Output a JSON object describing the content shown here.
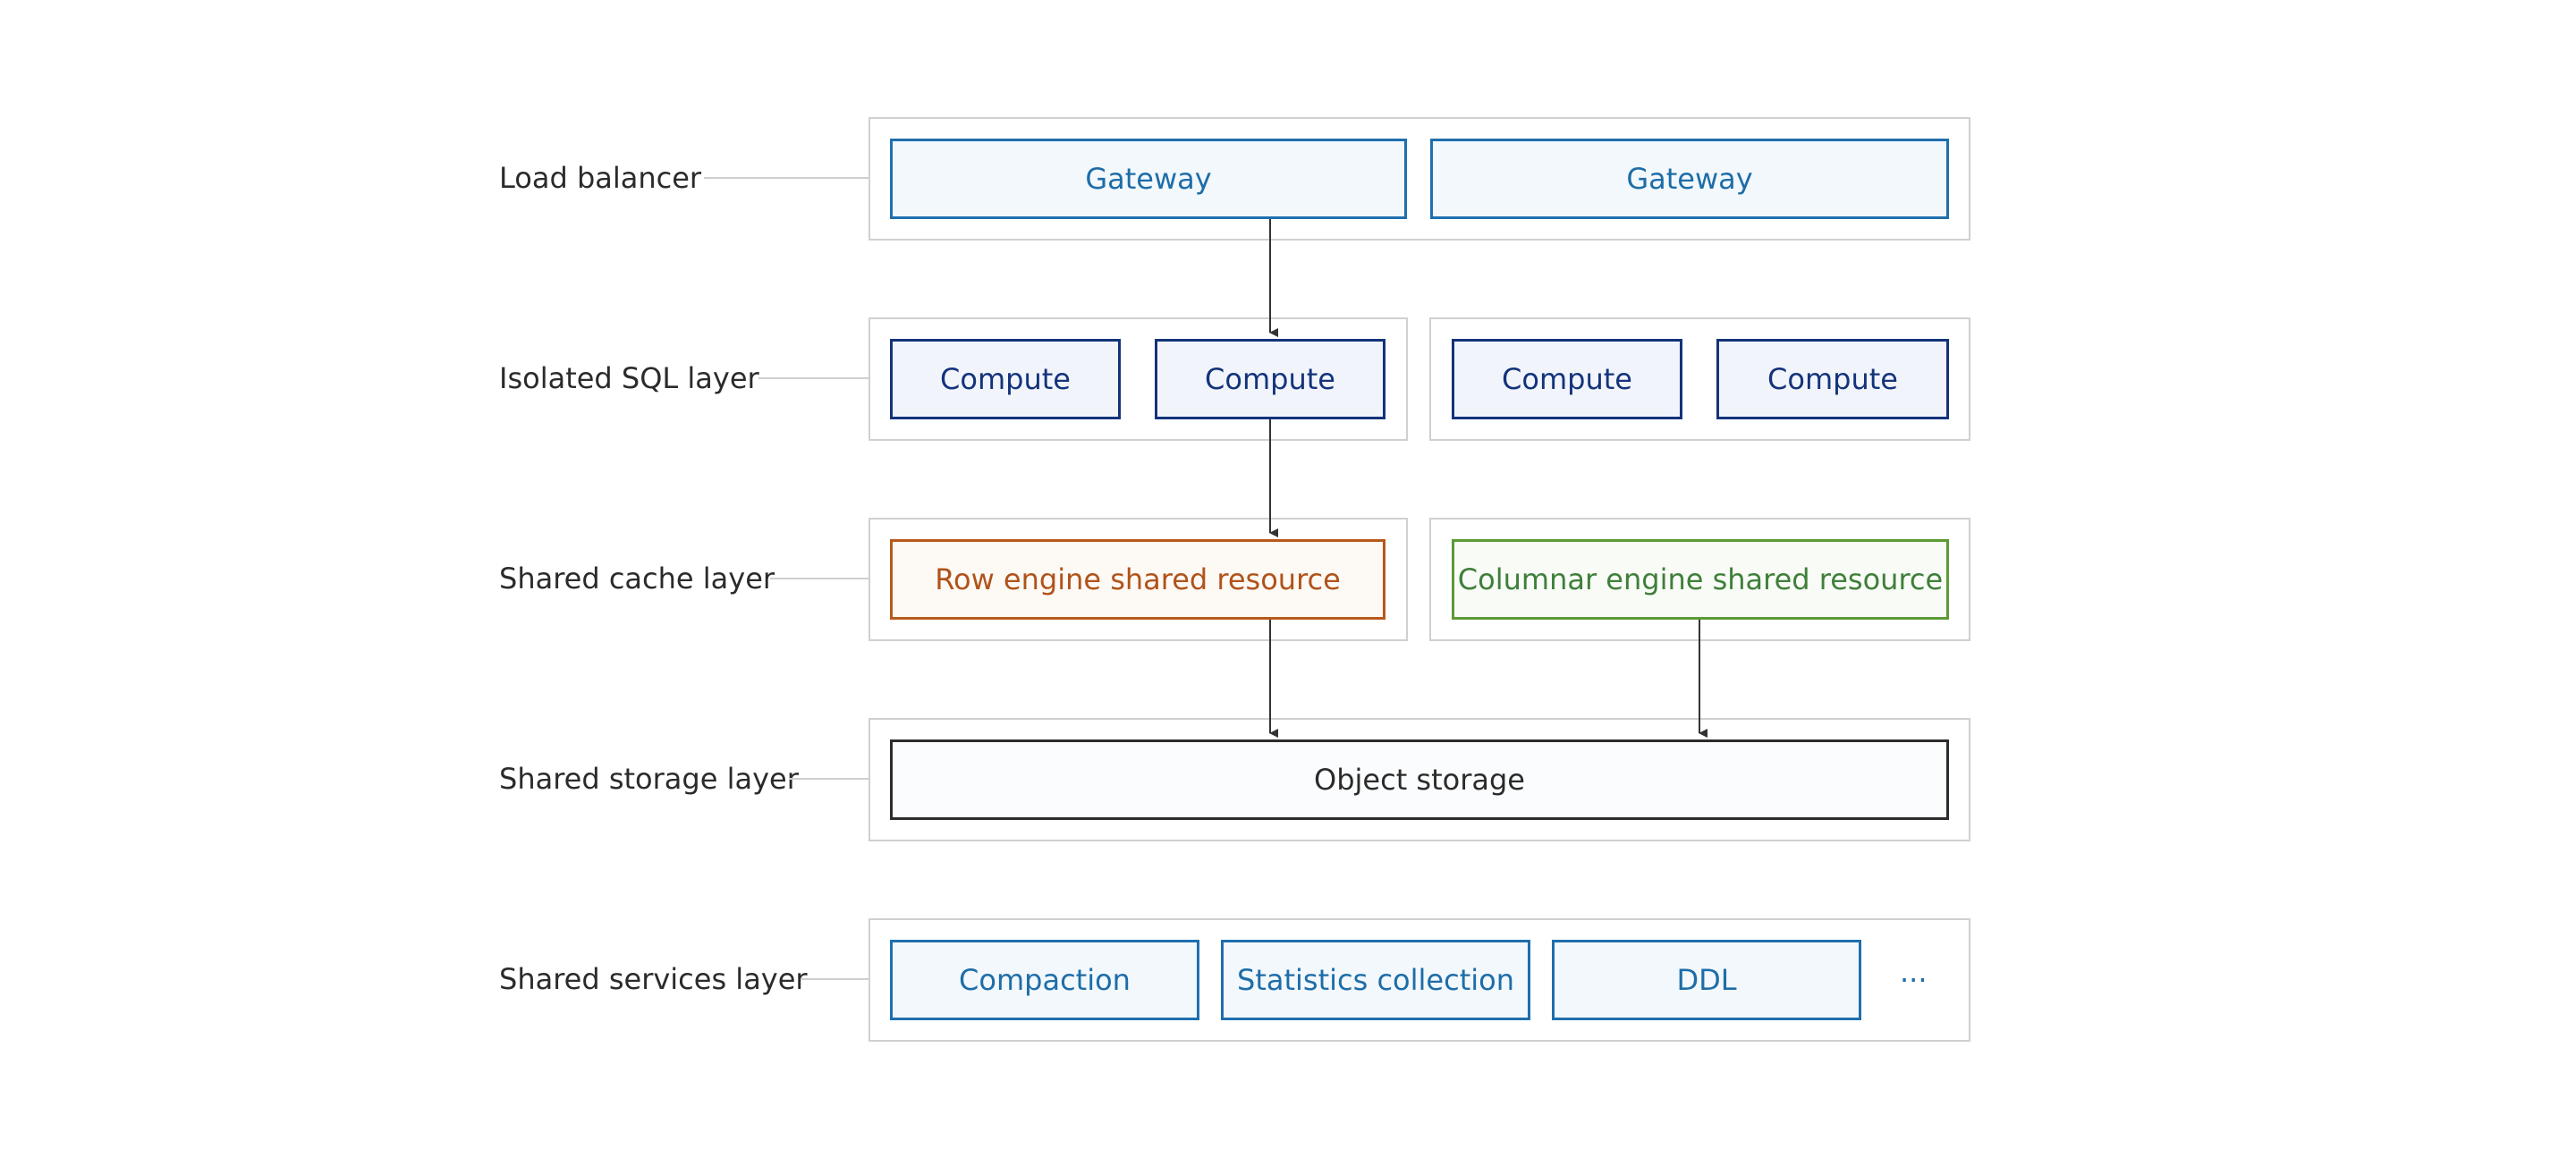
{
  "layers": {
    "load_balancer": {
      "label": "Load balancer",
      "nodes": [
        "Gateway",
        "Gateway"
      ]
    },
    "sql": {
      "label": "Isolated SQL layer",
      "nodes": [
        "Compute",
        "Compute",
        "Compute",
        "Compute"
      ]
    },
    "cache": {
      "label": "Shared cache layer",
      "nodes": [
        "Row engine shared resource",
        "Columnar engine shared resource"
      ]
    },
    "storage": {
      "label": "Shared storage layer",
      "nodes": [
        "Object storage"
      ]
    },
    "services": {
      "label": "Shared services layer",
      "nodes": [
        "Compaction",
        "Statistics collection",
        "DDL"
      ],
      "more": "···"
    }
  },
  "colors": {
    "gateway": "#1f6fae",
    "compute": "#14337a",
    "row_engine": "#b8591b",
    "columnar_engine": "#5b9a34",
    "storage": "#2c2c2c",
    "group_border": "#d0d0d0",
    "arrow": "#333333"
  }
}
